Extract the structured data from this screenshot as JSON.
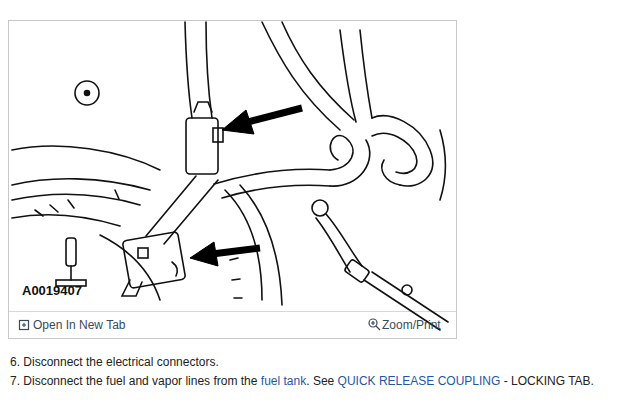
{
  "diagram": {
    "labels": [
      "A0019407",
      "Open In New Tab",
      "Zoom/Print",
      "6. Disconnect the electrical connectors.",
      "7. Disconnect the fuel and vapor lines from the",
      "fuel tank",
      ". See",
      "QUICK RELEASE COUPLING",
      "- LOCKING TAB."
    ]
  }
}
